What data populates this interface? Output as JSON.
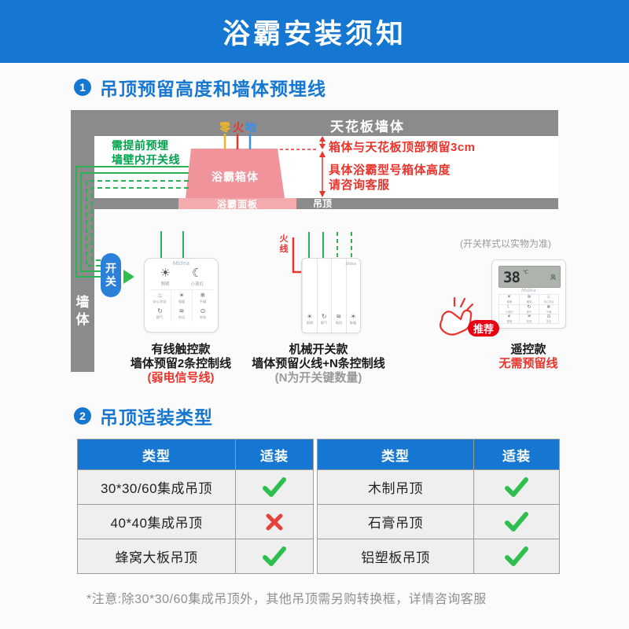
{
  "header": {
    "title": "浴霸安装须知"
  },
  "colors": {
    "brand_blue": "#1677d2",
    "annotation_red": "#e8352e",
    "badge_red": "#e60012",
    "wire_green": "#2bb254",
    "check_green": "#2fbf4f",
    "cross_red": "#e8413a",
    "box_pink": "#f0939a",
    "panel_pink": "#f4abae",
    "structure_gray": "#8b8b8b"
  },
  "section1": {
    "number": "1",
    "title": "吊顶预留高度和墙体预埋线",
    "diagram": {
      "ceiling_wall_label": "天花板墙体",
      "ceiling_label": "吊顶",
      "box_label": "浴霸箱体",
      "panel_label": "浴霸面板",
      "wall_label_chars": [
        "墙",
        "体"
      ],
      "switch_chars": [
        "开",
        "关"
      ],
      "wires": [
        {
          "name": "neutral",
          "label": "零",
          "color": "#f0b428"
        },
        {
          "name": "live",
          "label": "火",
          "color": "#e8352e"
        },
        {
          "name": "ground",
          "label": "地",
          "color": "#3a8ee6"
        }
      ],
      "gap_note": "箱体与天花板顶部预留3cm",
      "height_note_line1": "具体浴霸型号箱体高度",
      "height_note_line2": "请咨询客服",
      "embed_note_line1": "需提前预埋",
      "embed_note_line2": "墙壁内开关线",
      "live_wire_chars": [
        "火",
        "线"
      ]
    },
    "style_note": "(开关样式以实物为准)",
    "badge": "推荐",
    "options": [
      {
        "name": "有线触控款",
        "line1": "墙体预留2条控制线",
        "line2": "(弱电信号线)"
      },
      {
        "name": "机械开关款",
        "line1": "墙体预留火线+N条控制线",
        "line2": "(N为开关键数量)"
      },
      {
        "name": "遥控款",
        "line1": "无需预留线"
      }
    ]
  },
  "devices": {
    "brand": "Midea",
    "touch_panel": {
      "primary": [
        {
          "icon": "sun",
          "glyph": "☀",
          "label": "照明"
        },
        {
          "icon": "moon",
          "glyph": "☾",
          "label": "小夜灯"
        }
      ],
      "secondary": [
        {
          "icon": "bath",
          "glyph": "♨",
          "label": "安心沐浴"
        },
        {
          "icon": "heat",
          "glyph": "☀",
          "label": "强暖"
        },
        {
          "icon": "dry",
          "glyph": "❄",
          "label": "干燥"
        },
        {
          "icon": "vent",
          "glyph": "↻",
          "label": "换气"
        },
        {
          "icon": "blow",
          "glyph": "≋",
          "label": "吹风"
        },
        {
          "icon": "power",
          "glyph": "⊙",
          "label": "关机"
        }
      ]
    },
    "mech_panel": {
      "keys": [
        {
          "icon": "sun",
          "glyph": "☀",
          "label": "照明"
        },
        {
          "icon": "vent",
          "glyph": "↻",
          "label": "换气"
        },
        {
          "icon": "blow",
          "glyph": "≋",
          "label": "吹风"
        },
        {
          "icon": "heat",
          "glyph": "☀",
          "label": "取暖"
        }
      ]
    },
    "remote": {
      "display": "38",
      "display_tick": "℃",
      "display_mode": "风",
      "buttons": [
        {
          "icon": "heat",
          "glyph": "☀",
          "label": "取暖"
        },
        {
          "icon": "blow",
          "glyph": "≋",
          "label": "暖风"
        },
        {
          "icon": "bath",
          "glyph": "♨",
          "label": "安心沐浴"
        },
        {
          "icon": "moon",
          "glyph": "☾",
          "label": "小夜灯"
        },
        {
          "icon": "vent",
          "glyph": "↻",
          "label": "换气"
        },
        {
          "icon": "dry",
          "glyph": "❄",
          "label": "干燥"
        },
        {
          "icon": "sun",
          "glyph": "☀",
          "label": "照明"
        },
        {
          "icon": "fan",
          "glyph": "✳",
          "label": "吹风"
        },
        {
          "icon": "power",
          "glyph": "⊙",
          "label": "关机"
        }
      ]
    }
  },
  "section2": {
    "number": "2",
    "title": "吊顶适装类型",
    "table": {
      "headers": [
        "类型",
        "适装",
        "类型",
        "适装"
      ],
      "rows": [
        {
          "c0": "30*30/60集成吊顶",
          "m1": "yes",
          "c2": "木制吊顶",
          "m3": "yes"
        },
        {
          "c0": "40*40集成吊顶",
          "m1": "no",
          "c2": "石膏吊顶",
          "m3": "yes"
        },
        {
          "c0": "蜂窝大板吊顶",
          "m1": "yes",
          "c2": "铝塑板吊顶",
          "m3": "yes"
        }
      ]
    },
    "note": "*注意:除30*30/60集成吊顶外，其他吊顶需另购转换框，详情咨询客服"
  }
}
